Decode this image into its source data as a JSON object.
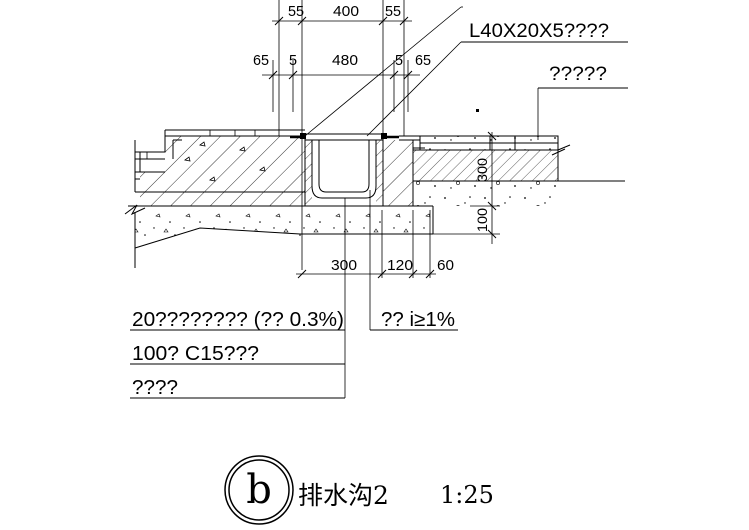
{
  "dimensions": {
    "top_55_left": "55",
    "top_400": "400",
    "top_55_right": "55",
    "row2_65_left": "65",
    "row2_5_left": "5",
    "row2_480": "480",
    "row2_5_right": "5",
    "row2_65_right": "65",
    "vert_300": "300",
    "vert_100": "100",
    "bottom_300": "300",
    "bottom_120": "120",
    "bottom_60": "60"
  },
  "callouts": {
    "angle_steel": "L40X20X5????",
    "right_label": "?????",
    "layer_1": "20????????  (?? 0.3%)",
    "slope": "?? i≥1%",
    "layer_2": "100? C15???",
    "layer_3": "????"
  },
  "title": {
    "symbol": "b",
    "name": "排水沟2",
    "scale": "1:25"
  }
}
